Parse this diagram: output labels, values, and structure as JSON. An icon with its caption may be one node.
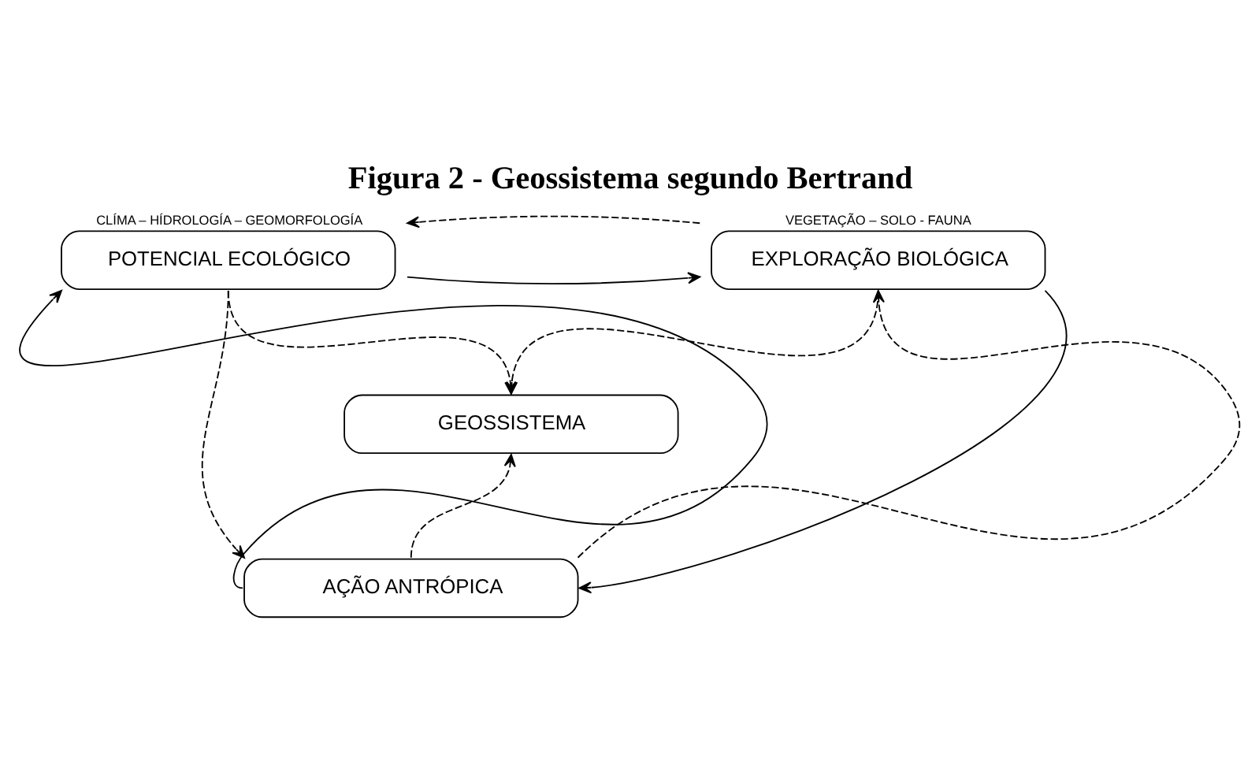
{
  "diagram": {
    "title": "Figura 2 - Geossistema segundo Bertrand",
    "nodes": [
      {
        "text": [
          "POTENCIAL ECOLÓGICO"
        ],
        "beside": [
          "CLÍMA – HÍDROLOGÍA – GEOMORFOLOGÍA"
        ]
      },
      {
        "text": [
          "EXPLORAÇÃO BIOLÓGICA"
        ],
        "beside": [
          "VEGETAÇÃO – SOLO - FAUNA"
        ]
      },
      {
        "text": [
          "GEOSSISTEMA"
        ]
      },
      {
        "text": [
          "AÇÃO ANTRÓPICA"
        ]
      }
    ],
    "edges": [
      {
        "from": 0,
        "to": 1,
        "arrow": "to"
      },
      {
        "from": 1,
        "to": 0,
        "arrow": "to",
        "style": "dashed"
      },
      {
        "from": 0,
        "to": 2,
        "arrow": "to",
        "style": "dashed"
      },
      {
        "from": 1,
        "to": 2,
        "arrow": "to",
        "style": "dashed"
      },
      {
        "from": 3,
        "to": 2,
        "arrow": "to",
        "style": "dashed"
      },
      {
        "from": 3,
        "to": 0,
        "arrow": "to"
      },
      {
        "from": 0,
        "to": 3,
        "arrow": "to",
        "style": "dashed"
      },
      {
        "from": 3,
        "to": 1,
        "arrow": "to",
        "style": "dashed"
      },
      {
        "from": 1,
        "to": 3,
        "arrow": "to"
      }
    ]
  }
}
